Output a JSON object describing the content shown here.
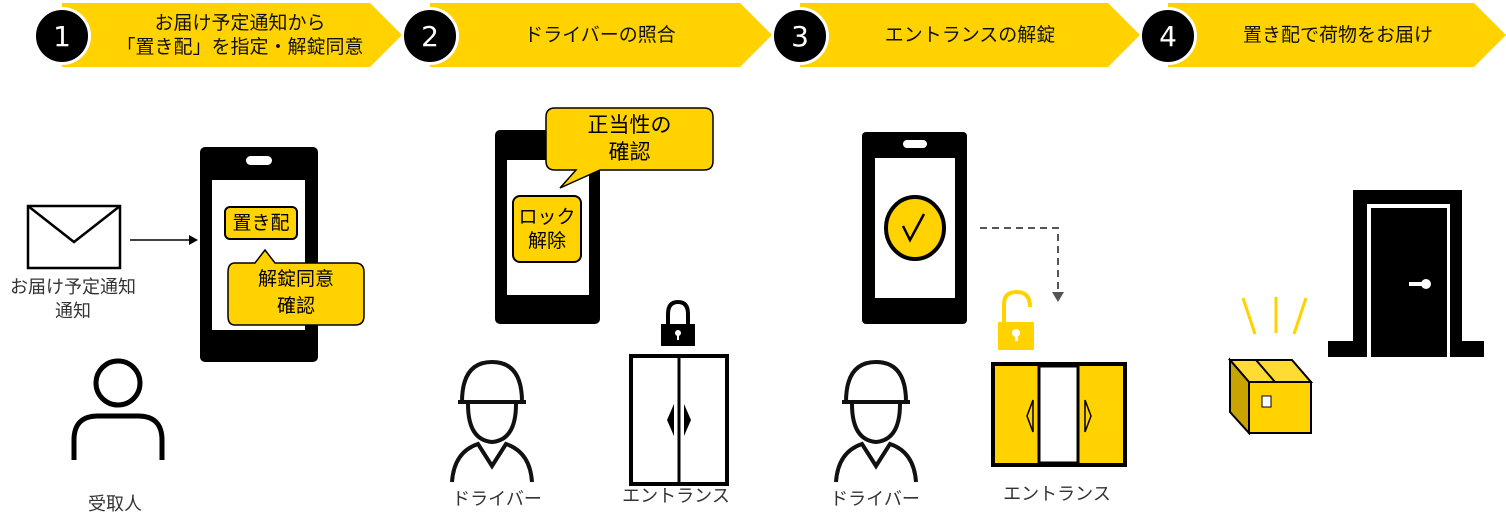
{
  "colors": {
    "accent": "#FFD200",
    "dark": "#000000"
  },
  "steps": [
    {
      "number": "1",
      "title_line1": "お届け予定通知から",
      "title_line2": "「置き配」を指定・解錠同意"
    },
    {
      "number": "2",
      "title": "ドライバーの照合"
    },
    {
      "number": "3",
      "title": "エントランスの解錠"
    },
    {
      "number": "4",
      "title": "置き配で荷物をお届け"
    }
  ],
  "panel1": {
    "notification_label_line1": "お届け予定通知",
    "notification_label_line2": "通知",
    "phone_button": "置き配",
    "callout_line1": "解錠同意",
    "callout_line2": "確認",
    "recipient_label": "受取人"
  },
  "panel2": {
    "callout_line1": "正当性の",
    "callout_line2": "確認",
    "phone_button_line1": "ロック",
    "phone_button_line2": "解除",
    "driver_label": "ドライバー",
    "entrance_label": "エントランス"
  },
  "panel3": {
    "driver_label": "ドライバー",
    "entrance_label": "エントランス"
  }
}
